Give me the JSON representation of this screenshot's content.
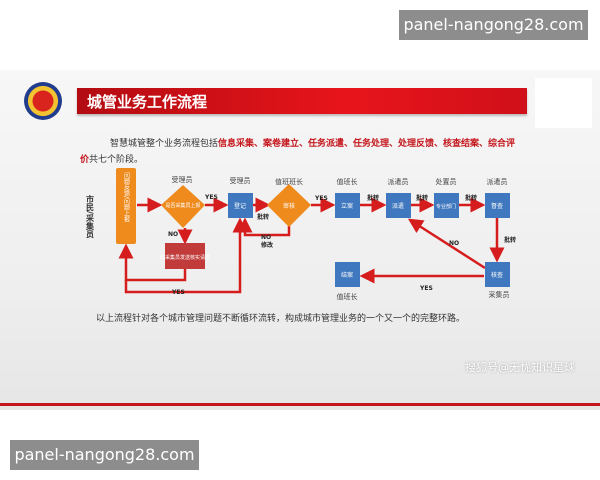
{
  "watermarks": {
    "top": "panel-nangong28.com",
    "bottom": "panel-nangong28.com",
    "corner": "搜狐号@无忧知识星球"
  },
  "title": "城管业务工作流程",
  "intro": {
    "before": "智慧城管整个业务流程包括",
    "highlight": "信息采集、案卷建立、任务派遣、任务处理、处理反馈、核查结案、综合评价",
    "after": "共七个阶段。"
  },
  "conclusion": "以上流程针对各个城市管理问题不断循环流转，构成城市管理业务的一个又一个的完整环路。",
  "colors": {
    "accent": "#c4161c",
    "box": "#3f78be",
    "diamond": "#ef8a1c",
    "warn": "#c23b3b"
  },
  "diagram": {
    "actor": "市民/采集员",
    "report": "问题反馈/问题上报",
    "check": {
      "role": "受理员",
      "text": "是否采集员上报"
    },
    "verify": "向采集员发送核实请求",
    "register": {
      "role": "受理员",
      "text": "登记"
    },
    "review": {
      "role": "值班班长",
      "text": "审核"
    },
    "file": {
      "role": "值班长",
      "text": "立案"
    },
    "dispatch": {
      "role": "派遣员",
      "text": "派遣"
    },
    "dept": {
      "role": "处置员",
      "text": "专业部门"
    },
    "supervise": {
      "role": "派遣员",
      "text": "督查"
    },
    "inspect": {
      "role": "采集员",
      "text": "核查"
    },
    "close": {
      "role": "值班长",
      "text": "结案"
    },
    "labels": {
      "yes": "YES",
      "no": "NO",
      "transfer": "批转",
      "modify": "修改"
    }
  }
}
